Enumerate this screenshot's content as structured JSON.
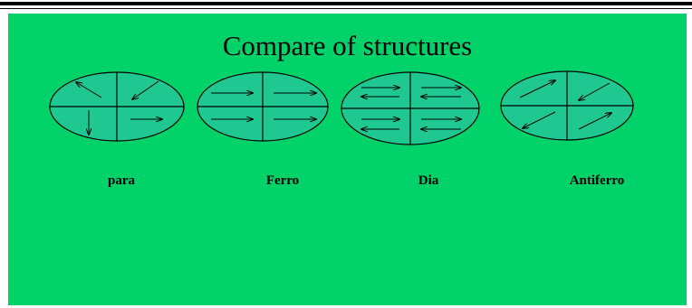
{
  "slide": {
    "title": "Compare  of structures",
    "background_color": "#00d26a",
    "circle_fill": "#1fc891",
    "stroke_color": "#000000"
  },
  "structures": [
    {
      "label": "para",
      "arrow_pattern": "random"
    },
    {
      "label": "Ferro",
      "arrow_pattern": "all-parallel"
    },
    {
      "label": "Dia",
      "arrow_pattern": "paired-opposite"
    },
    {
      "label": "Antiferro",
      "arrow_pattern": "alternating-antiparallel"
    }
  ]
}
